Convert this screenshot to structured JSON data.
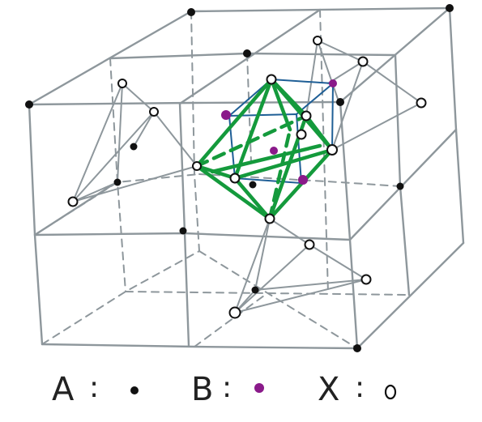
{
  "diagram": {
    "colors": {
      "cube": "#8e979c",
      "octahedron": "#149a3c",
      "inner_cube": "#1f5f96",
      "A": "#111111",
      "B": "#8a1a8a",
      "X": "#111111"
    },
    "legend": [
      {
        "label": "A",
        "separator": ":",
        "marker": "filled-dot",
        "color": "#111111"
      },
      {
        "label": "B",
        "separator": ":",
        "marker": "filled-dot",
        "color": "#8a1a8a"
      },
      {
        "label": "X",
        "separator": ":",
        "marker": "hollow-circle",
        "color": "#111111"
      }
    ]
  }
}
